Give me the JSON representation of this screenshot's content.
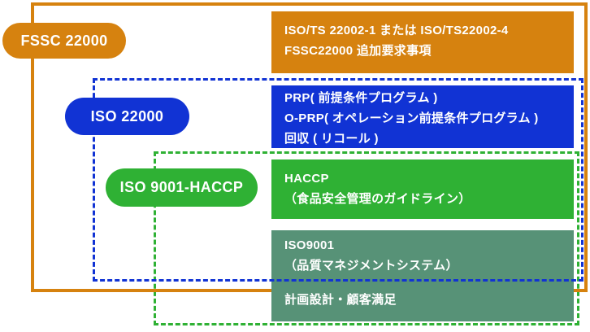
{
  "diagram_title": "FSSC 22000 / ISO 22000 / ISO 9001-HACCP standards relationship",
  "pills": [
    {
      "id": "fssc22000",
      "label": "FSSC 22000",
      "color": "#d6820f"
    },
    {
      "id": "iso22000",
      "label": "ISO 22000",
      "color": "#1133d4"
    },
    {
      "id": "iso9001_haccp",
      "label": "ISO 9001-HACCP",
      "color": "#2fb134"
    }
  ],
  "boxes": {
    "fssc_requirements": {
      "color": "#d6820f",
      "lines": [
        "ISO/TS 22002-1 または ISO/TS22002-4",
        "FSSC22000 追加要求事項"
      ]
    },
    "iso22000_elements": {
      "color": "#1133d4",
      "lines": [
        "PRP( 前提条件プログラム )",
        "O-PRP( オペレーション前提条件プログラム )",
        "回収 ( リコール )"
      ]
    },
    "haccp": {
      "color": "#2fb134",
      "lines": [
        "HACCP",
        "（食品安全管理のガイドライン）"
      ]
    },
    "iso9001": {
      "color": "#579277",
      "lines": [
        "ISO9001",
        "（品質マネジメントシステム）"
      ],
      "bottom_line": "計画設計・顧客満足"
    }
  },
  "boundaries": {
    "fssc_frame_color": "#d6820f",
    "iso22000_frame_color": "#1133d4",
    "iso9001_haccp_frame_color": "#2fb134",
    "fssc_frame_style": "solid",
    "iso22000_frame_style": "dashed",
    "iso9001_haccp_frame_style": "dashed"
  },
  "colors": {
    "orange": "#d6820f",
    "blue": "#1133d4",
    "green": "#2fb134",
    "muted_green": "#579277",
    "text": "#ffffff",
    "background": "#ffffff"
  }
}
